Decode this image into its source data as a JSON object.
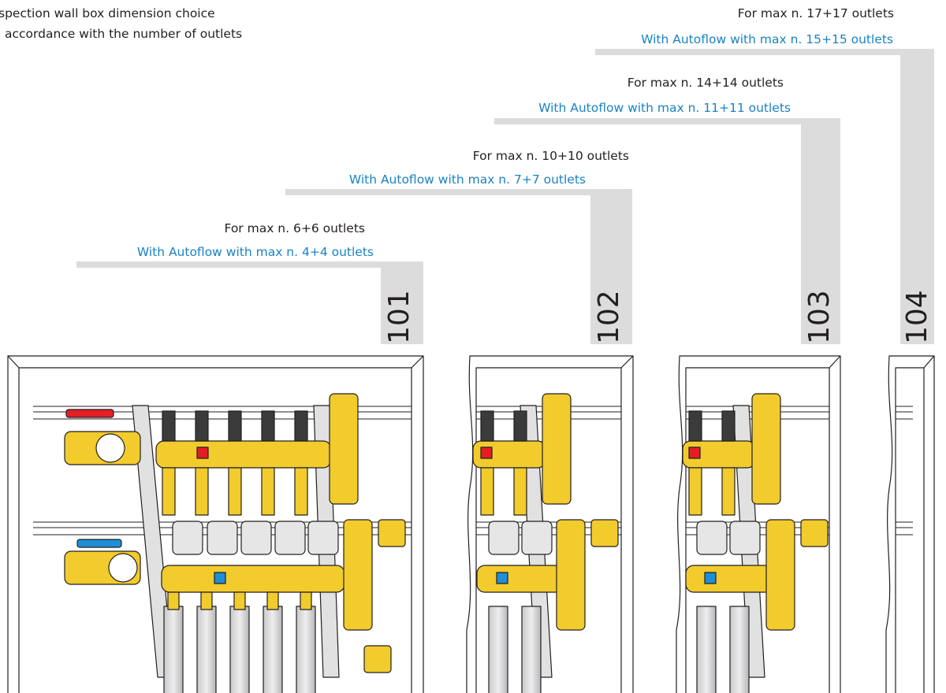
{
  "title": {
    "line1": "spection wall box dimension choice",
    "line2": "accordance with the number of outlets"
  },
  "boxes": [
    {
      "code": "101",
      "max_outlets_label": "For max n. 6+6 outlets",
      "autoflow_label": "With Autoflow with max n. 4+4 outlets"
    },
    {
      "code": "102",
      "max_outlets_label": "For max n. 10+10 outlets",
      "autoflow_label": "With Autoflow with max n. 7+7 outlets"
    },
    {
      "code": "103",
      "max_outlets_label": "For max n. 14+14 outlets",
      "autoflow_label": "With Autoflow with max n. 11+11 outlets"
    },
    {
      "code": "104",
      "max_outlets_label": "For max n. 17+17 outlets",
      "autoflow_label": "With Autoflow with max n. 15+15 outlets"
    }
  ],
  "colors": {
    "brass": "#f2cb2d",
    "brass_dark": "#b8901c",
    "supply_red": "#e41e26",
    "return_blue": "#1e8fd6",
    "dimension_bar": "#dcdcdc",
    "autoflow_text": "#1a82c4"
  }
}
